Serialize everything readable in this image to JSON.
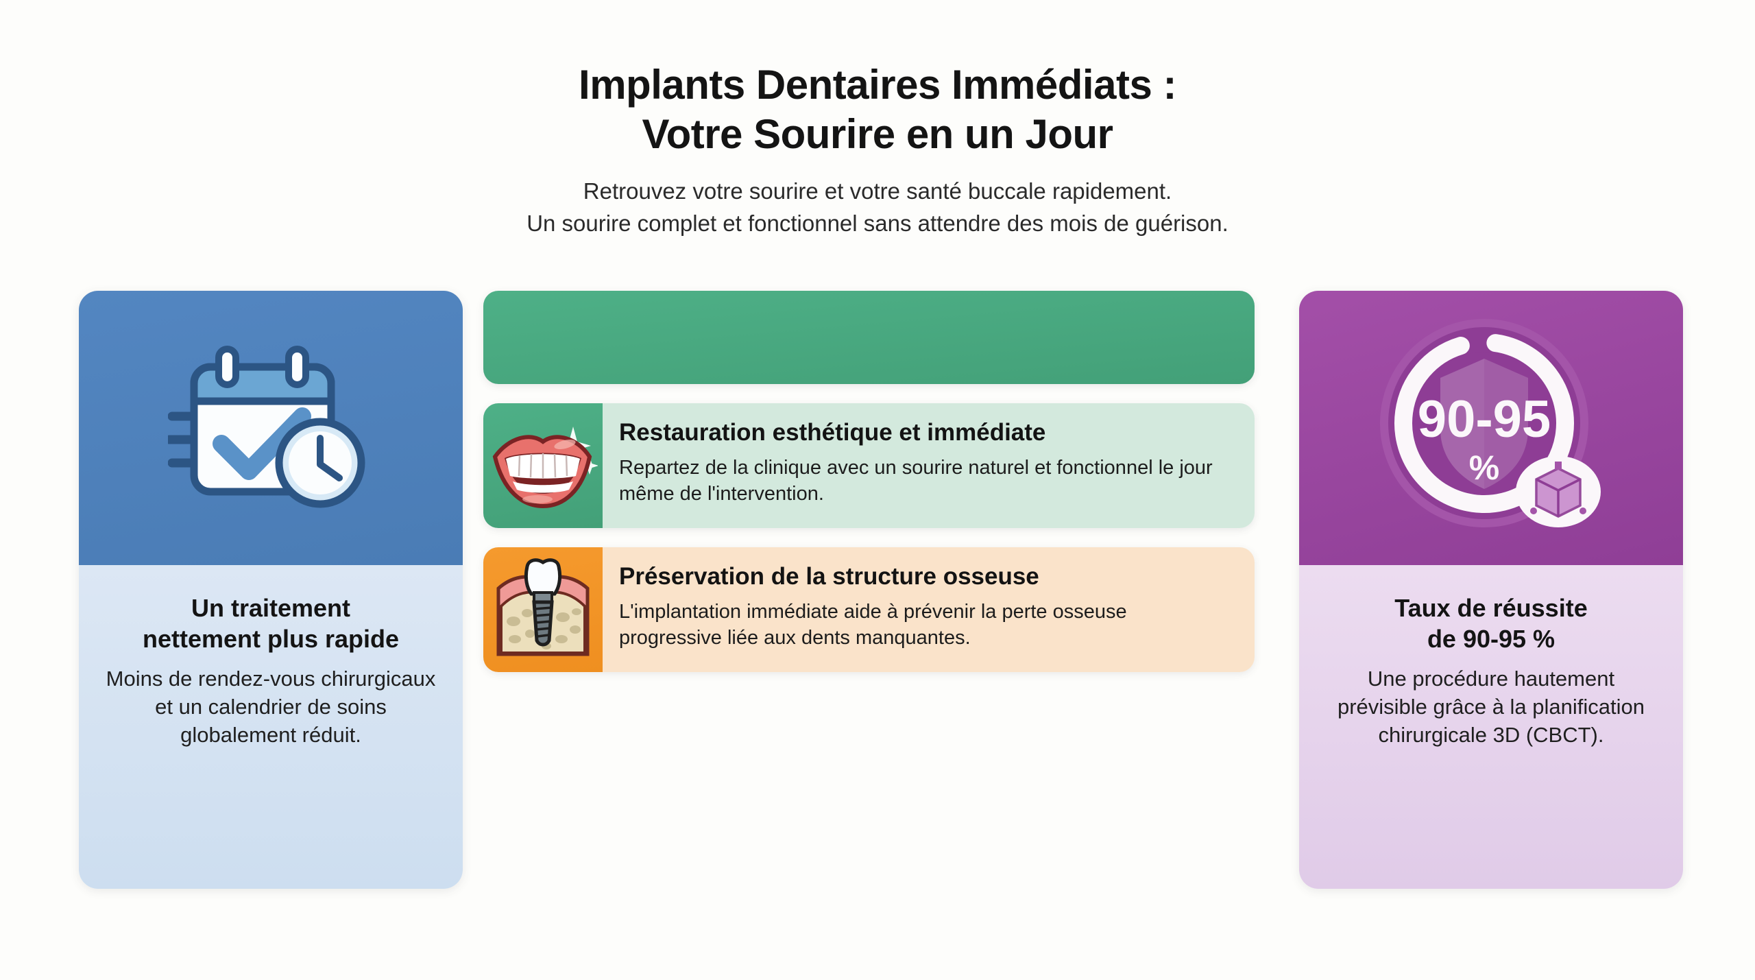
{
  "header": {
    "title_line1": "Implants Dentaires Immédiats :",
    "title_line2": "Votre Sourire en un Jour",
    "subtitle_line1": "Retrouvez votre sourire et votre santé buccale rapidement.",
    "subtitle_line2": "Un sourire complet et fonctionnel sans attendre des mois de guérison."
  },
  "left_card": {
    "icon": "calendar-check-clock-icon",
    "title_line1": "Un traitement",
    "title_line2": "nettement plus rapide",
    "description": "Moins de rendez-vous chirurgicaux et un calendrier de soins globalement réduit.",
    "header_color": "#4E80BC",
    "body_color": "#DCE6F2"
  },
  "right_card": {
    "icon": "success-rate-gauge-icon",
    "gauge_value": "90-95",
    "gauge_unit": "%",
    "badge_icon": "cbct-3d-cube-icon",
    "title_line1": "Taux de réussite",
    "title_line2": "de 90-95 %",
    "description": "Une procédure hautement prévisible grâce à la planification chirurgicale 3D (CBCT).",
    "header_color": "#9B4AA0",
    "body_color": "#EAD9EE"
  },
  "middle": {
    "banner": {
      "label": "",
      "color": "#49A87F"
    },
    "features": [
      {
        "icon": "smiling-mouth-teeth-icon",
        "title": "Restauration esthétique et immédiate",
        "description": "Repartez de la clinique avec un sourire naturel et fonctionnel le jour même de l'intervention.",
        "icon_bg": "#49A87F",
        "text_bg": "#D3E9DD"
      },
      {
        "icon": "dental-implant-bone-icon",
        "title": "Préservation de la structure osseuse",
        "description": "L'implantation immédiate aide à prévenir la perte osseuse progressive liée aux dents manquantes.",
        "icon_bg": "#F19428",
        "text_bg": "#FAE3CA"
      }
    ]
  }
}
